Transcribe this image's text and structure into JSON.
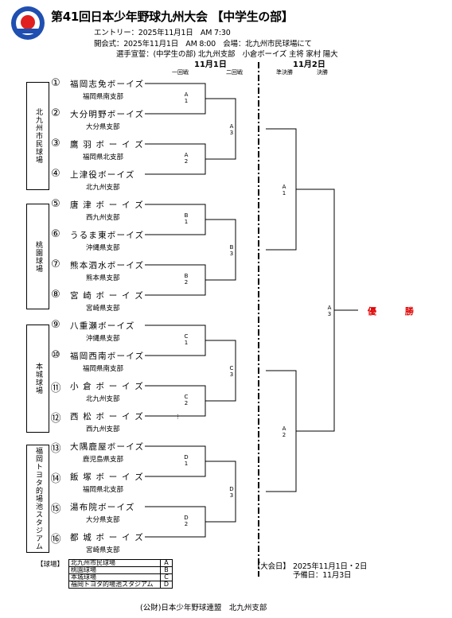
{
  "header": {
    "title": "第41回日本少年野球九州大会 【中学生の部】",
    "entry": "エントリー：2025年11月1日　AM 7:30",
    "opening": "開会式：2025年11月1日　AM 8:00　会場：北九州市民球場にて",
    "oath": "選手宣誓：(中学生の部) 北九州支部　小倉ボーイズ 主将 家村 陽大"
  },
  "days": [
    "11月1日",
    "11月2日"
  ],
  "rounds": [
    "一回戦",
    "二回戦",
    "準決勝",
    "決勝"
  ],
  "venues": [
    "北九州市民球場",
    "桃園球場",
    "本城球場",
    "福岡トヨタ的場池スタジアム"
  ],
  "teams": [
    {
      "num": "①",
      "name": "福岡志免ボーイズ",
      "branch": "福岡県南支部"
    },
    {
      "num": "②",
      "name": "大分明野ボーイズ",
      "branch": "大分県支部"
    },
    {
      "num": "③",
      "name": "鷹 羽 ボ ー イ ズ",
      "branch": "福岡県北支部"
    },
    {
      "num": "④",
      "name": "上津役ボーイズ",
      "branch": "北九州支部"
    },
    {
      "num": "⑤",
      "name": "唐 津 ボ ー イ ズ",
      "branch": "西九州支部"
    },
    {
      "num": "⑥",
      "name": "うるま東ボーイズ",
      "branch": "沖縄県支部"
    },
    {
      "num": "⑦",
      "name": "熊本泗水ボーイズ",
      "branch": "熊本県支部"
    },
    {
      "num": "⑧",
      "name": "宮 崎 ボ ー イ ズ",
      "branch": "宮崎県支部"
    },
    {
      "num": "⑨",
      "name": "八重瀬ボーイズ",
      "branch": "沖縄県支部"
    },
    {
      "num": "⑩",
      "name": "福岡西南ボーイズ",
      "branch": "福岡県南支部"
    },
    {
      "num": "⑪",
      "name": "小 倉 ボ ー イ ズ",
      "branch": "北九州支部"
    },
    {
      "num": "⑫",
      "name": "西 松 ボ ー イ ズ",
      "branch": "西九州支部"
    },
    {
      "num": "⑬",
      "name": "大隅鹿屋ボーイズ",
      "branch": "鹿児島県支部"
    },
    {
      "num": "⑭",
      "name": "飯 塚 ボ ー イ ズ",
      "branch": "福岡県北支部"
    },
    {
      "num": "⑮",
      "name": "湯布院ボーイズ",
      "branch": "大分県支部"
    },
    {
      "num": "⑯",
      "name": "都 城 ボ ー イ ズ",
      "branch": "宮崎県支部"
    }
  ],
  "match_labels": {
    "r1": [
      [
        "A",
        "1"
      ],
      [
        "A",
        "2"
      ],
      [
        "B",
        "1"
      ],
      [
        "B",
        "2"
      ],
      [
        "C",
        "1"
      ],
      [
        "C",
        "2"
      ],
      [
        "D",
        "1"
      ],
      [
        "D",
        "2"
      ]
    ],
    "r2": [
      [
        "A",
        "3"
      ],
      [
        "B",
        "3"
      ],
      [
        "C",
        "3"
      ],
      [
        "D",
        "3"
      ]
    ],
    "sf": [
      [
        "A",
        "1"
      ],
      [
        "A",
        "2"
      ]
    ],
    "final": [
      "A",
      "3"
    ]
  },
  "champion": "優 勝",
  "legend": {
    "title": "【球場】",
    "rows": [
      {
        "name": "北九州市民球場",
        "code": "A"
      },
      {
        "name": "桃園球場",
        "code": "B"
      },
      {
        "name": "本城球場",
        "code": "C"
      },
      {
        "name": "福岡トヨタ的場池スタジアム",
        "code": "D"
      }
    ]
  },
  "schedule": {
    "label": "【大会日】",
    "dates": "2025年11月1日・2日",
    "reserve": "予備日：11月3日"
  },
  "footer": "(公財)日本少年野球連盟　北九州支部"
}
